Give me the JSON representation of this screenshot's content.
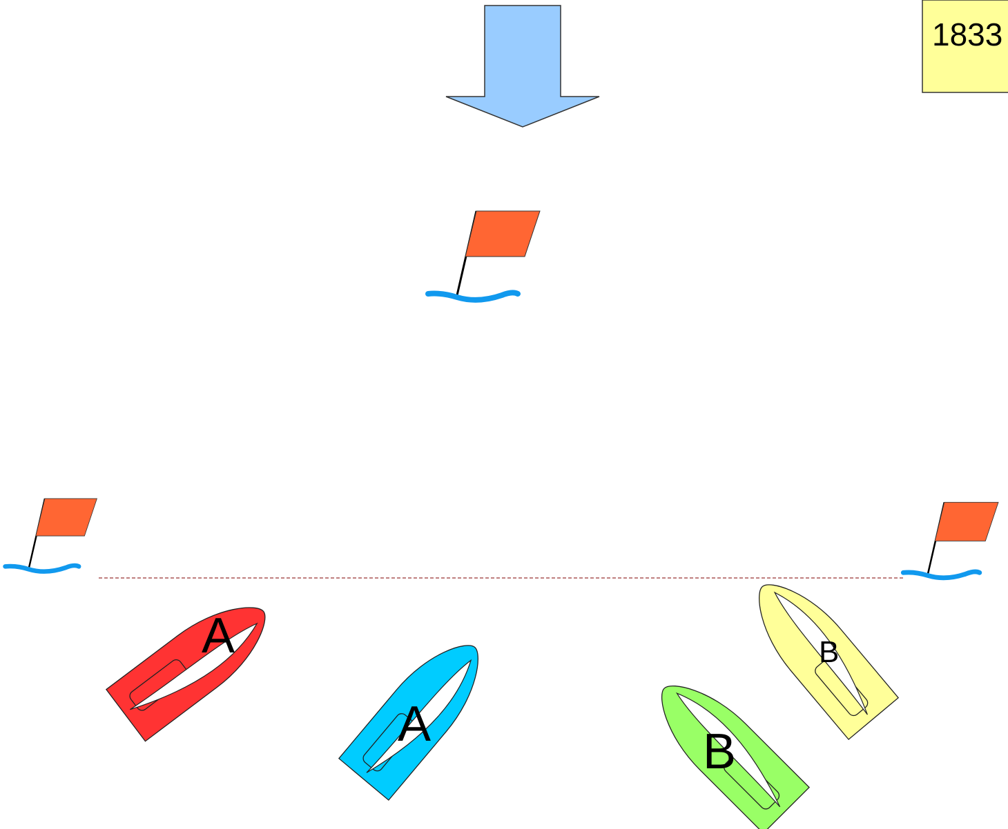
{
  "badge": {
    "text": "1833",
    "color": "#ffff99"
  },
  "wind": {
    "icon": "wind-arrow-icon",
    "direction": "down",
    "color": "#99ccff"
  },
  "marks": [
    {
      "name": "windward-mark",
      "flag_color": "#ff6633",
      "water_color": "#1199ee"
    },
    {
      "name": "pin-end-mark",
      "flag_color": "#ff6633",
      "water_color": "#1199ee"
    },
    {
      "name": "committee-boat-mark",
      "flag_color": "#ff6633",
      "water_color": "#1199ee"
    }
  ],
  "start_line": {
    "color": "#993333",
    "style": "dashed"
  },
  "boats": [
    {
      "name": "boat-a-red",
      "label": "A",
      "color": "#ff3333"
    },
    {
      "name": "boat-a-blue",
      "label": "A",
      "color": "#00ccff"
    },
    {
      "name": "boat-b-green",
      "label": "B",
      "color": "#99ff66"
    },
    {
      "name": "boat-b-yellow",
      "label": "B",
      "color": "#ffff99"
    }
  ]
}
